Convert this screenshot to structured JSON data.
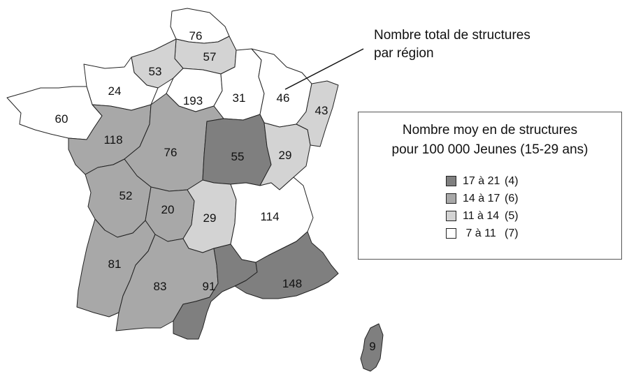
{
  "annotation": {
    "line1": "Nombre total de structures",
    "line2": "par région"
  },
  "legend": {
    "title_line1": "Nombre moy en de structures",
    "title_line2": "pour 100 000 Jeunes (15-29 ans)",
    "items": [
      {
        "range": "17 à 21",
        "count": "(4)",
        "color": "#7f7f7f"
      },
      {
        "range": "14 à 17",
        "count": "(6)",
        "color": "#a8a8a8"
      },
      {
        "range": "11 à 14",
        "count": "(5)",
        "color": "#d3d3d3"
      },
      {
        "range": " 7 à 11",
        "count": "(7)",
        "color": "#ffffff"
      }
    ]
  },
  "regions": [
    {
      "value": "76",
      "class": "7 à 11"
    },
    {
      "value": "57",
      "class": "11 à 14"
    },
    {
      "value": "53",
      "class": "11 à 14"
    },
    {
      "value": "24",
      "class": "7 à 11"
    },
    {
      "value": "193",
      "class": "7 à 11"
    },
    {
      "value": "31",
      "class": "7 à 11"
    },
    {
      "value": "46",
      "class": "7 à 11"
    },
    {
      "value": "43",
      "class": "11 à 14"
    },
    {
      "value": "60",
      "class": "7 à 11"
    },
    {
      "value": "118",
      "class": "14 à 17"
    },
    {
      "value": "76",
      "class": "14 à 17"
    },
    {
      "value": "55",
      "class": "17 à 21"
    },
    {
      "value": "29",
      "class": "11 à 14"
    },
    {
      "value": "52",
      "class": "14 à 17"
    },
    {
      "value": "20",
      "class": "14 à 17"
    },
    {
      "value": "29",
      "class": "11 à 14"
    },
    {
      "value": "114",
      "class": "7 à 11"
    },
    {
      "value": "81",
      "class": "14 à 17"
    },
    {
      "value": "83",
      "class": "14 à 17"
    },
    {
      "value": "91",
      "class": "17 à 21"
    },
    {
      "value": "148",
      "class": "17 à 21"
    },
    {
      "value": "9",
      "class": "17 à 21"
    }
  ]
}
